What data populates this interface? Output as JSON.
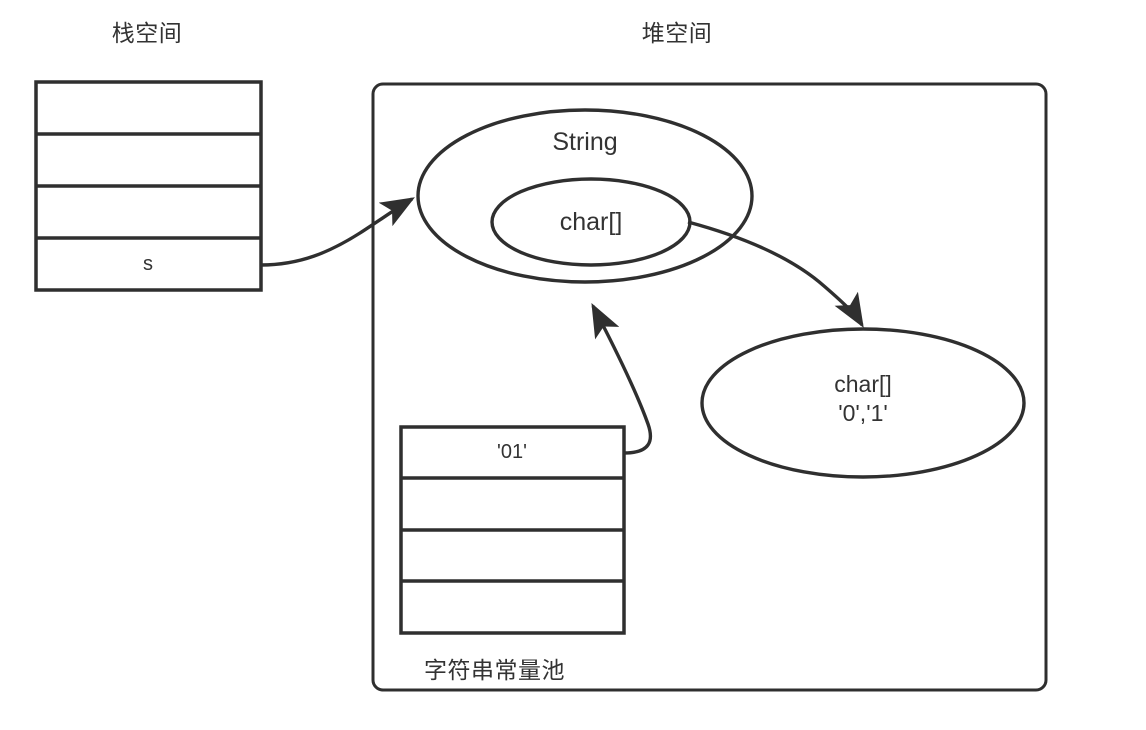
{
  "diagram": {
    "type": "java-string-memory-model",
    "stroke_color": "#2f2f2f",
    "text_color": "#333333",
    "background": "#ffffff",
    "labels": {
      "stack_title": "栈空间",
      "heap_title": "堆空间",
      "pool_caption": "字符串常量池"
    },
    "stack_table": {
      "name": "stack-frame-table",
      "rows": [
        "",
        "",
        "",
        "s"
      ]
    },
    "pool_table": {
      "name": "string-constant-pool-table",
      "rows": [
        "'01'",
        "",
        "",
        ""
      ]
    },
    "nodes": {
      "string_object": "String",
      "inner_char_array": "char[]",
      "new_char_array_line1": "char[]",
      "new_char_array_line2": "'0','1'"
    },
    "edges": [
      {
        "name": "edge-s-to-string",
        "from": "stack-row-s",
        "to": "string-object",
        "arrow": true
      },
      {
        "name": "edge-chararray-to-new-chararray",
        "from": "inner-char-array",
        "to": "new-char-array",
        "arrow": true
      },
      {
        "name": "edge-pool-to-string",
        "from": "pool-row-01",
        "to": "string-object",
        "arrow": true
      }
    ]
  }
}
